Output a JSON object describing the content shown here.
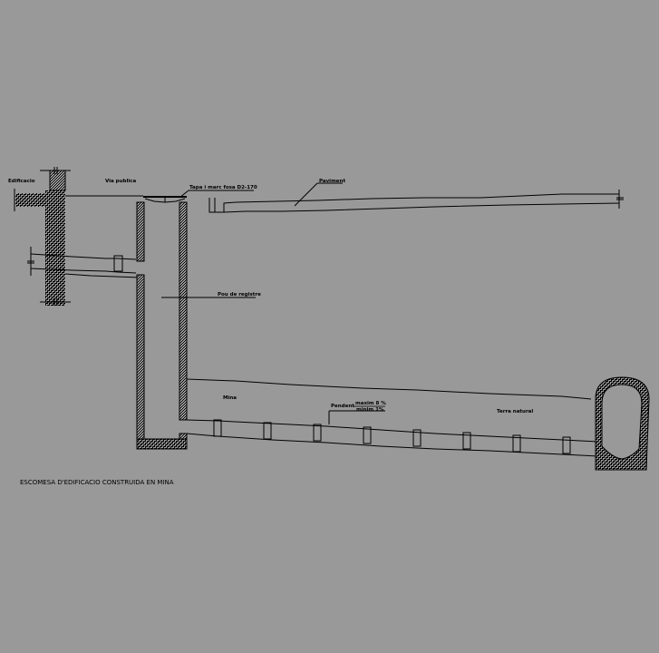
{
  "drawing": {
    "title": "ESCOMESA D'EDIFICACIO CONSTRUIDA EN MINA",
    "background": "#999999",
    "line_color": "#000000",
    "labels": {
      "edificacio": "Edificacio",
      "via_publica": "Via publica",
      "tapa": "Tapa i marc fosa D2-170",
      "paviment": "Paviment",
      "pou_registre": "Pou de registre",
      "mina": "Mina",
      "pendent": "Pendent",
      "pendent_max": "maxim 8 %",
      "pendent_min": "minim 1%",
      "terra_natural": "Terra natural"
    }
  }
}
